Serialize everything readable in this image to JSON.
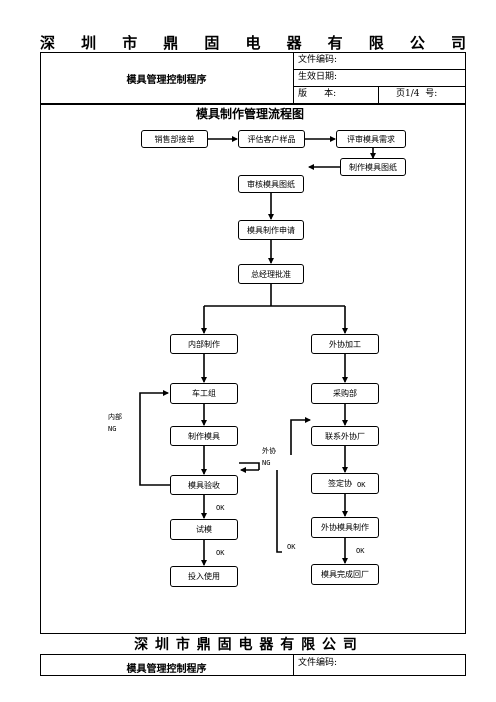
{
  "company": {
    "name_chars": [
      "深",
      "圳",
      "市",
      "鼎",
      "固",
      "电",
      "器",
      "有",
      "限",
      "公",
      "司"
    ]
  },
  "header": {
    "doc_title": "模具管理控制程序",
    "file_no_label": "文件编码:",
    "effective_date_label": "生效日期:",
    "version_label": "版      本:",
    "page_label": "页1/4  号:"
  },
  "flowchart": {
    "title": "模具制作管理流程图",
    "nodes": {
      "sales_order": "销售部接单",
      "evaluate_sample": "评估客户样品",
      "review_requirements": "评审模具需求",
      "make_drawing": "制作模具图纸",
      "review_drawing": "审核模具图纸",
      "apply": "模具制作申请",
      "gm_approve": "总经理批准",
      "internal": "内部制作",
      "outsource": "外协加工",
      "lathe_team": "车工组",
      "purchasing": "采购部",
      "make_mold": "制作模具",
      "contact_vendor": "联系外协厂",
      "mold_inspection": "模具验收",
      "sign_contract": "签定协",
      "trial": "试模",
      "vendor_make": "外协模具制作",
      "put_into_use": "投入使用",
      "mold_return": "模具完成回厂"
    },
    "labels": {
      "internal_ng_1": "内部",
      "internal_ng_2": "NG",
      "outsource_ng_1": "外协",
      "outsource_ng_2": "NG",
      "ok_contract": "OK",
      "ok_inspection": "OK",
      "ok_trial": "OK",
      "ok_outer": "OK",
      "ok_vendor": "OK"
    }
  },
  "footer": {
    "company": "深 圳 市 鼎 固 电 器 有 限 公 司",
    "doc_title": "模具管理控制程序",
    "file_no_label": "文件编码:"
  }
}
